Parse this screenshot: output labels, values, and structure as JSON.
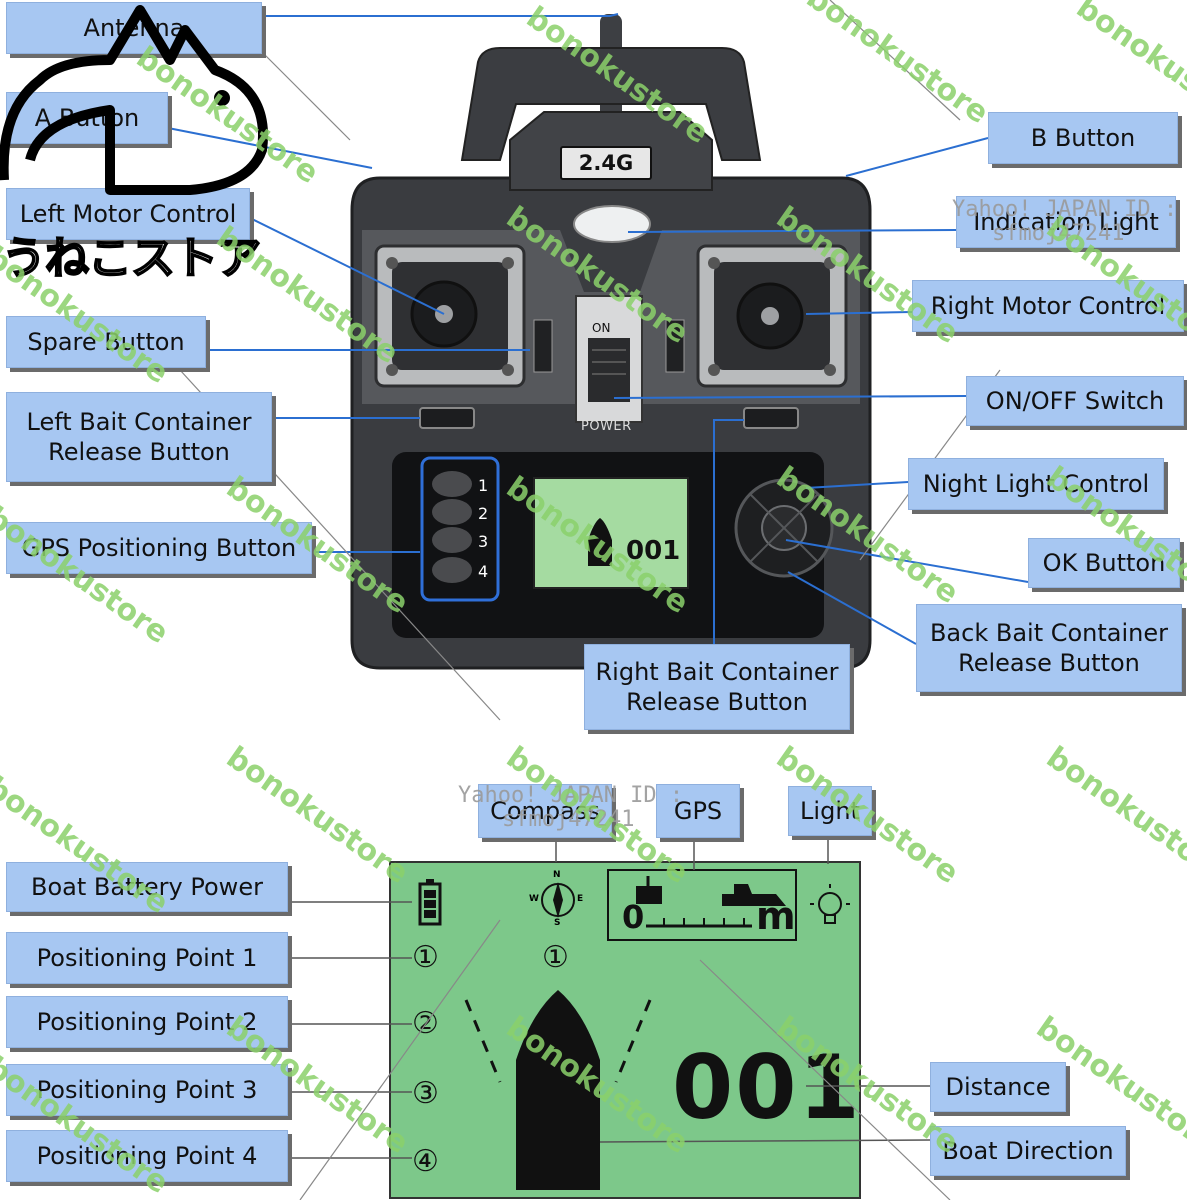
{
  "labels": {
    "antenna": "Antenna",
    "a_button": "A Button",
    "left_motor": "Left Motor Control",
    "spare_button": "Spare Button",
    "left_bait": "Left Bait Container\nRelease Button",
    "gps_button": "GPS Positioning Button",
    "b_button": "B Button",
    "indication_light": "Indication Light",
    "right_motor": "Right Motor Control",
    "on_off": "ON/OFF Switch",
    "night_light": "Night Light Control",
    "ok_button": "OK Button",
    "back_bait": "Back Bait Container\nRelease Button",
    "right_bait": "Right Bait Container\nRelease Button",
    "compass": "Compass",
    "gps": "GPS",
    "light": "Light",
    "battery": "Boat Battery Power",
    "point1": "Positioning Point 1",
    "point2": "Positioning Point 2",
    "point3": "Positioning Point 3",
    "point4": "Positioning Point 4",
    "distance": "Distance",
    "direction": "Boat Direction"
  },
  "remote": {
    "frequency": "2.4G",
    "on_text": "ON",
    "power_text": "POWER",
    "slot_numbers": [
      "1",
      "2",
      "3",
      "4"
    ],
    "small_distance": "001"
  },
  "lcd": {
    "distance": "001",
    "points": [
      "①",
      "②",
      "③",
      "④"
    ],
    "top_point": "①",
    "scale_start": "0",
    "scale_unit": "m",
    "compass_letters": [
      "N",
      "W",
      "E",
      "S"
    ]
  },
  "watermarks": {
    "store": "bonokustore",
    "yahoo_line1": "Yahoo! JAPAN ID :",
    "yahoo_line2": "sfmoj47241",
    "shop_logo": "うねこストア"
  },
  "colors": {
    "label_bg": "#a7c7f2",
    "lcd_green": "#7dc88a",
    "remote_body": "#3a3c40",
    "watermark": "#8bd16b"
  }
}
